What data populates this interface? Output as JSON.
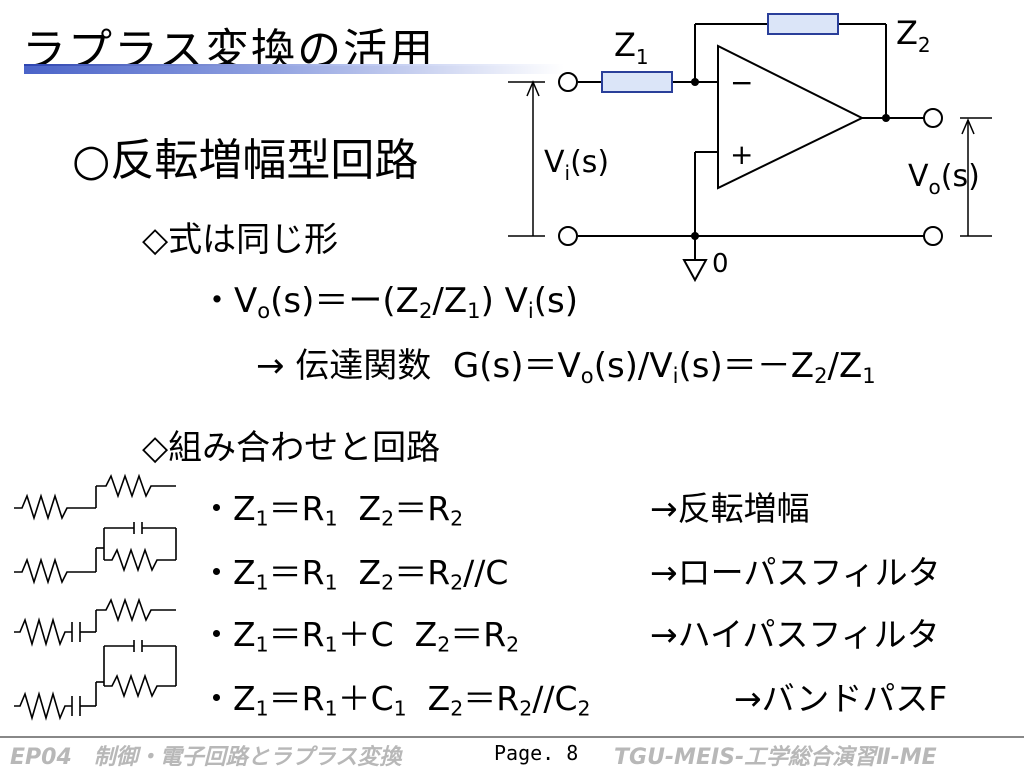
{
  "slide": {
    "title": "ラプラス変換の活用",
    "heading": "○反転増幅型回路",
    "section1": "◇式は同じ形",
    "eq1": {
      "bullet": "・V",
      "o": "o",
      "mid1": "(s)＝ー(Z",
      "two": "2",
      "slash": "/Z",
      "one": "1",
      "end": ") V",
      "i": "i",
      "tail": "(s)"
    },
    "eq2": {
      "arrow": "→ 伝達関数",
      "g": "G(s)＝V",
      "o": "o",
      "m1": "(s)/V",
      "i": "i",
      "m2": "(s)＝－Z",
      "two": "2",
      "m3": "/Z",
      "one": "1"
    },
    "section2": "◇組み合わせと回路",
    "rows": [
      {
        "lhs_a": "・Z",
        "s1": "1",
        "lhs_b": "＝R",
        "s2": "1",
        "lhs_c": "  Z",
        "s3": "2",
        "lhs_d": "＝R",
        "s4": "2",
        "lhs_e": "",
        "s5": "",
        "result": "→反転増幅"
      },
      {
        "lhs_a": "・Z",
        "s1": "1",
        "lhs_b": "＝R",
        "s2": "1",
        "lhs_c": "  Z",
        "s3": "2",
        "lhs_d": "＝R",
        "s4": "2",
        "lhs_e": "//C",
        "s5": "",
        "result": "→ローパスフィルタ"
      },
      {
        "lhs_a": "・Z",
        "s1": "1",
        "lhs_b": "＝R",
        "s2": "1",
        "lhs_c": "＋C  Z",
        "s3": "2",
        "lhs_d": "＝R",
        "s4": "2",
        "lhs_e": "",
        "s5": "",
        "result": "→ハイパスフィルタ"
      },
      {
        "lhs_a": "・Z",
        "s1": "1",
        "lhs_b": "＝R",
        "s2": "1",
        "lhs_c": "＋C",
        "s3": "1",
        "lhs_d": "  Z",
        "s4": "2",
        "lhs_e": "＝R",
        "s5": "2",
        "lhs_f": "//C",
        "s6": "2",
        "result": "→バンドパスF"
      }
    ]
  },
  "circuit": {
    "z1_label": "Z",
    "z1_sub": "1",
    "z2_label": "Z",
    "z2_sub": "2",
    "vi_label": "V",
    "vi_sub": "i",
    "vi_tail": "(s)",
    "vo_label": "V",
    "vo_sub": "o",
    "vo_tail": "(s)",
    "minus": "−",
    "plus": "+",
    "ground_label": "0"
  },
  "footer": {
    "left": "EP04　制御・電子回路とラプラス変換",
    "page": "Page. 8",
    "right": "TGU-MEIS-工学総合演習Ⅱ-ME"
  },
  "colors": {
    "resistor_fill": "#dbe5f8",
    "resistor_stroke": "#2a3f9a",
    "title_bar": "#4a63c8",
    "footer_text": "#b8b8b8"
  }
}
